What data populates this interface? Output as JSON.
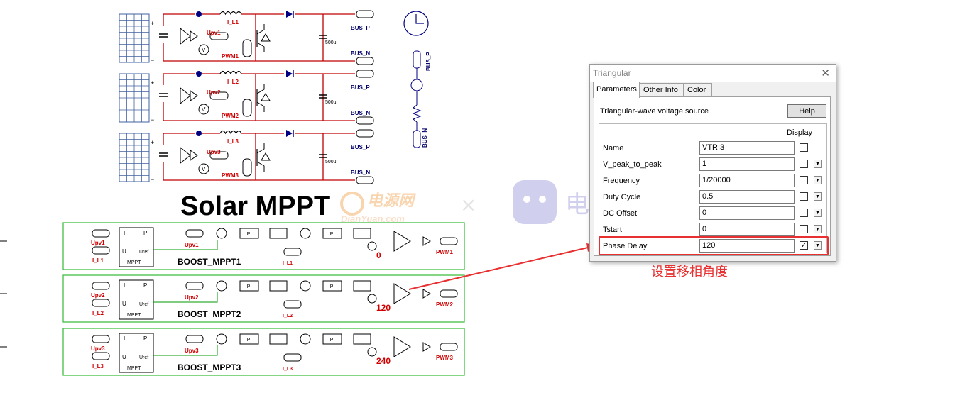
{
  "page_title": "Solar MPPT",
  "watermark": {
    "left": "电源网",
    "left_sub": "DianYuan.com",
    "sep": "×",
    "right": "电子星球"
  },
  "branches": [
    {
      "inductor": "I_L1",
      "cap": "500u",
      "bus_p": "BUS_P",
      "bus_n": "BUS_N",
      "pwm": "PWM1",
      "upv": "Upv1"
    },
    {
      "inductor": "I_L2",
      "cap": "500u",
      "bus_p": "BUS_P",
      "bus_n": "BUS_N",
      "pwm": "PWM2",
      "upv": "Upv2"
    },
    {
      "inductor": "I_L3",
      "cap": "500u",
      "bus_p": "BUS_P",
      "bus_n": "BUS_N",
      "pwm": "PWM3",
      "upv": "Upv3"
    }
  ],
  "load": {
    "bus_p": "BUS_P",
    "bus_n": "BUS_N"
  },
  "controls": [
    {
      "title": "BOOST_MPPT1",
      "upv_in": "Upv1",
      "il_in": "I_L1",
      "upv_ref": "Upv1",
      "il_ref": "I_L1",
      "phase": "0",
      "pwm": "PWM1",
      "mppt_p": "P",
      "mppt_i": "I",
      "mppt_u": "U",
      "mppt_uref": "Uref",
      "mppt_name": "MPPT",
      "pi": "PI"
    },
    {
      "title": "BOOST_MPPT2",
      "upv_in": "Upv2",
      "il_in": "I_L2",
      "upv_ref": "Upv2",
      "il_ref": "I_L2",
      "phase": "120",
      "pwm": "PWM2",
      "mppt_p": "P",
      "mppt_i": "I",
      "mppt_u": "U",
      "mppt_uref": "Uref",
      "mppt_name": "MPPT",
      "pi": "PI"
    },
    {
      "title": "BOOST_MPPT3",
      "upv_in": "Upv3",
      "il_in": "I_L3",
      "upv_ref": "Upv3",
      "il_ref": "I_L3",
      "phase": "240",
      "pwm": "PWM3",
      "mppt_p": "P",
      "mppt_i": "I",
      "mppt_u": "U",
      "mppt_uref": "Uref",
      "mppt_name": "MPPT",
      "pi": "PI"
    }
  ],
  "dialog": {
    "title": "Triangular",
    "close": "✕",
    "tabs": [
      "Parameters",
      "Other Info",
      "Color"
    ],
    "description": "Triangular-wave voltage source",
    "help": "Help",
    "display_header": "Display",
    "rows": [
      {
        "label": "Name",
        "value": "VTRI3",
        "checked": false,
        "dropdown": false
      },
      {
        "label": "V_peak_to_peak",
        "value": "1",
        "checked": false,
        "dropdown": true
      },
      {
        "label": "Frequency",
        "value": "1/20000",
        "checked": false,
        "dropdown": true
      },
      {
        "label": "Duty Cycle",
        "value": "0.5",
        "checked": false,
        "dropdown": true
      },
      {
        "label": "DC Offset",
        "value": "0",
        "checked": false,
        "dropdown": true
      },
      {
        "label": "Tstart",
        "value": "0",
        "checked": false,
        "dropdown": true
      },
      {
        "label": "Phase Delay",
        "value": "120",
        "checked": true,
        "dropdown": true
      }
    ]
  },
  "annotation": {
    "text": "设置移相角度",
    "color": "#e83030"
  },
  "colors": {
    "wire_red": "#c00000",
    "wire_navy": "#000080",
    "box_green": "#33bb33",
    "label_red": "#d00000"
  }
}
